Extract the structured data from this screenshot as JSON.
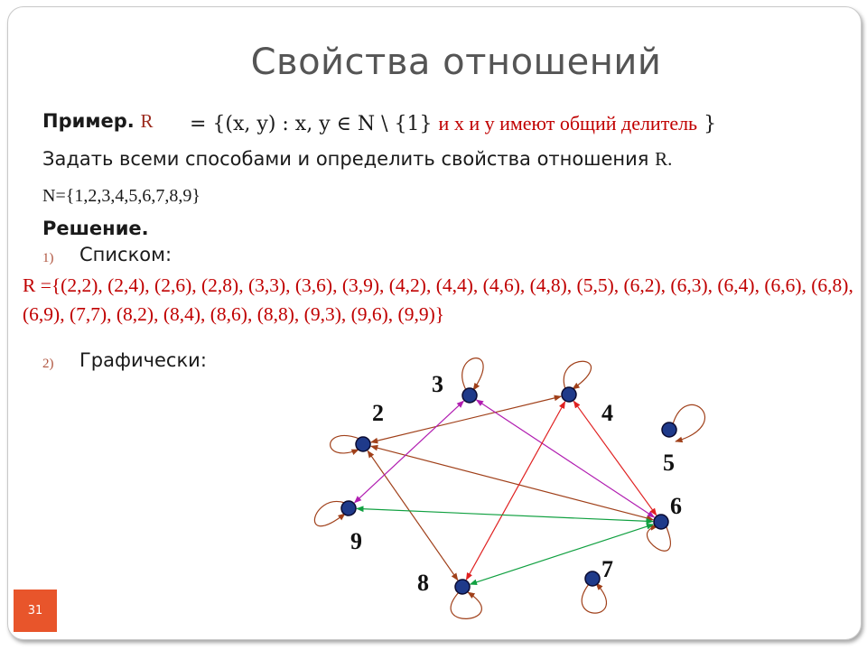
{
  "title": "Свойства отношений",
  "example": {
    "label": "Пример.",
    "relation_symbol": "R",
    "formula_math": "= {(x, y) : x, y ∈ N \\ {1}",
    "formula_text": "и x и y имеют общий делитель",
    "formula_close": "}"
  },
  "task": {
    "text": "Задать всеми способами и определить свойства отношения",
    "symbol": "R."
  },
  "set": "N={1,2,3,4,5,6,7,8,9}",
  "solution_label": "Решение.",
  "methods": [
    {
      "num": "1)",
      "text": "Списком:"
    },
    {
      "num": "2)",
      "text": "Графически:"
    }
  ],
  "relation_list": "R ={(2,2), (2,4), (2,6), (2,8), (3,3), (3,6), (3,9), (4,2), (4,4), (4,6), (4,8), (5,5), (6,2), (6,3), (6,4), (6,6), (6,8), (6,9), (7,7), (8,2), (8,4), (8,6), (8,8), (9,3), (9,6), (9,9)}",
  "slide_number": "31",
  "colors": {
    "accent": "#e8552b",
    "relation_text": "#c00000",
    "node_fill": "#1f3a8a",
    "edge_brown": "#a0401a",
    "edge_red": "#e02020",
    "edge_magenta": "#b01cb0",
    "edge_green": "#10a040"
  },
  "graph": {
    "nodes": [
      {
        "id": "2",
        "label": "2"
      },
      {
        "id": "3",
        "label": "3"
      },
      {
        "id": "4",
        "label": "4"
      },
      {
        "id": "5",
        "label": "5"
      },
      {
        "id": "6",
        "label": "6"
      },
      {
        "id": "7",
        "label": "7"
      },
      {
        "id": "8",
        "label": "8"
      },
      {
        "id": "9",
        "label": "9"
      }
    ],
    "loops": [
      "2",
      "3",
      "4",
      "5",
      "6",
      "7",
      "8",
      "9"
    ],
    "edges": [
      {
        "from": "2",
        "to": "4",
        "color": "brown"
      },
      {
        "from": "2",
        "to": "6",
        "color": "brown"
      },
      {
        "from": "2",
        "to": "8",
        "color": "brown"
      },
      {
        "from": "3",
        "to": "6",
        "color": "magenta"
      },
      {
        "from": "3",
        "to": "9",
        "color": "magenta"
      },
      {
        "from": "4",
        "to": "6",
        "color": "red"
      },
      {
        "from": "4",
        "to": "8",
        "color": "red"
      },
      {
        "from": "6",
        "to": "8",
        "color": "green"
      },
      {
        "from": "6",
        "to": "9",
        "color": "green"
      }
    ]
  }
}
